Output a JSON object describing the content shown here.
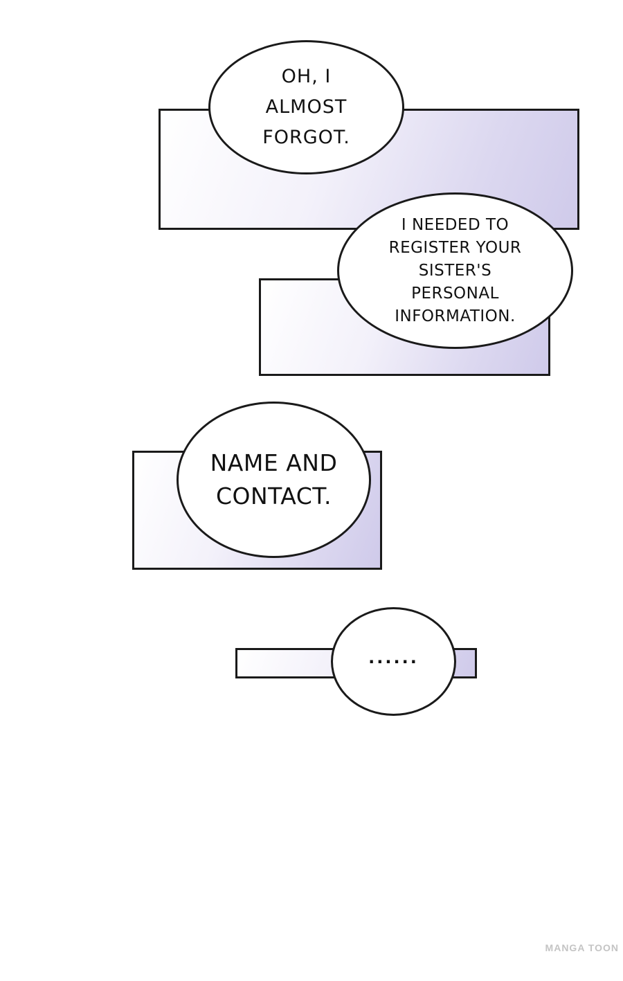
{
  "bubbles": [
    {
      "text": "OH, I\nALMOST\nFORGOT."
    },
    {
      "text": "I NEEDED TO\nREGISTER YOUR\nSISTER'S\nPERSONAL\nINFORMATION."
    },
    {
      "text": "NAME AND\nCONTACT."
    },
    {
      "text": "......"
    }
  ],
  "watermark": "MANGA TOON",
  "colors": {
    "panel_tint": "#cfcaea",
    "line": "#1a1a1a",
    "watermark": "#c4c4c4"
  }
}
